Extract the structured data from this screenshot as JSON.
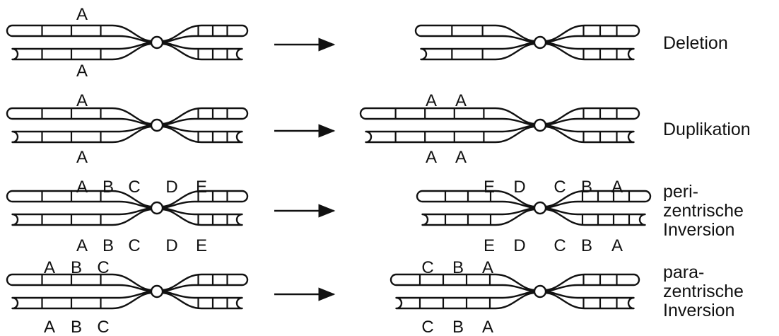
{
  "rows": [
    {
      "name": "deletion",
      "label_lines": [
        "Deletion"
      ],
      "left_top": [
        "A"
      ],
      "left_bottom": [
        "A"
      ],
      "right_top": [],
      "right_bottom": []
    },
    {
      "name": "duplication",
      "label_lines": [
        "Duplikation"
      ],
      "left_top": [
        "A"
      ],
      "left_bottom": [
        "A"
      ],
      "right_top": [
        "A",
        "A"
      ],
      "right_bottom": [
        "A",
        "A"
      ]
    },
    {
      "name": "pericentric",
      "label_lines": [
        "peri-",
        "zentrische",
        "Inversion"
      ],
      "left_top": [
        "A",
        "B",
        "C",
        "D",
        "E"
      ],
      "left_bottom": [
        "A",
        "B",
        "C",
        "D",
        "E"
      ],
      "right_top": [
        "E",
        "D",
        "C",
        "B",
        "A"
      ],
      "right_bottom": [
        "E",
        "D",
        "C",
        "B",
        "A"
      ]
    },
    {
      "name": "paracentric",
      "label_lines": [
        "para-",
        "zentrische",
        "Inversion"
      ],
      "left_top": [
        "A",
        "B",
        "C"
      ],
      "left_bottom": [
        "A",
        "B",
        "C"
      ],
      "right_top": [
        "C",
        "B",
        "A"
      ],
      "right_bottom": [
        "C",
        "B",
        "A"
      ]
    }
  ]
}
